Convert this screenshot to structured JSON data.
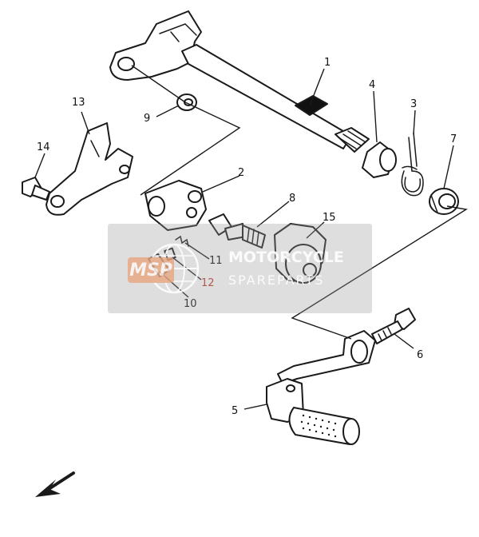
{
  "callouts": {
    "p1": "1",
    "p2": "2",
    "p3": "3",
    "p4": "4",
    "p5": "5",
    "p6": "6",
    "p7": "7",
    "p8": "8",
    "p9": "9",
    "p10": "10",
    "p11": "11",
    "p12": "12",
    "p13": "13",
    "p14": "14",
    "p15": "15"
  },
  "watermark": {
    "badge": "MSP",
    "line1": "MOTORCYCLE",
    "line2": "SPAREPARTS"
  },
  "colors": {
    "line": "#1a1a1a",
    "accent_red": "#c0392b",
    "watermark_gray": "#9a9a9a"
  },
  "icons": [
    "front-direction-arrow-icon",
    "msp-globe-logo"
  ]
}
